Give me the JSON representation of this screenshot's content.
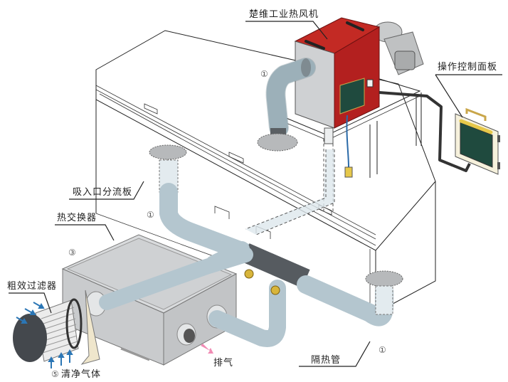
{
  "diagram": {
    "title": "Industrial hot air heater ducting system schematic",
    "labels": {
      "heater": "楚维工业热风机",
      "control_panel": "操作控制面板",
      "intake_plate": "吸入口分流板",
      "heat_exchanger": "热交换器",
      "coarse_filter": "粗效过滤器",
      "clean_air": "清净气体",
      "exhaust": "排气",
      "insulated_pipe": "隔热管"
    },
    "markers": {
      "m1": "①",
      "m3": "③",
      "m5": "⑤"
    },
    "colors": {
      "heater_body": "#b3201f",
      "pipe": "#b4c6cf",
      "panel_screen": "#1f4a3e",
      "handle_yellow": "#e6c84a",
      "arrow_blue": "#2b76b5",
      "exhaust_pink": "#f08cb4",
      "box_gray": "#d2d4d6"
    }
  }
}
